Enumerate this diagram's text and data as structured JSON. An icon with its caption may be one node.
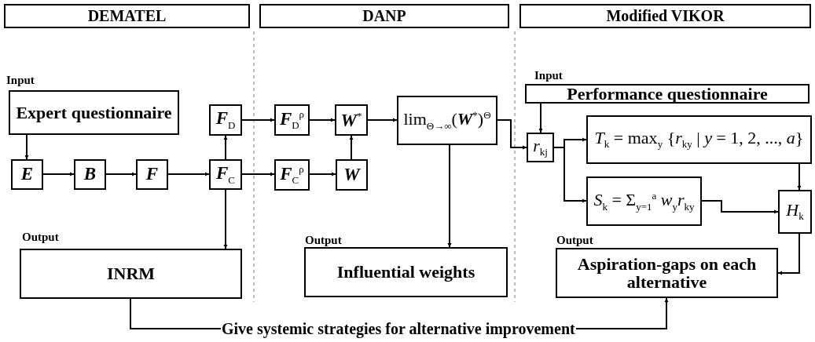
{
  "diagram": {
    "nodes": [
      {
        "text": [
          "DEMATEL"
        ]
      },
      {
        "text": [
          "DANP"
        ]
      },
      {
        "text": [
          "Modified VIKOR"
        ]
      },
      {
        "text": [
          "Expert questionnaire"
        ],
        "beside": [
          "Input"
        ]
      },
      {
        "text": [
          "*E*"
        ]
      },
      {
        "text": [
          "*B*"
        ]
      },
      {
        "text": [
          "*F*"
        ]
      },
      {
        "text": [
          "*F*$_{C}$"
        ]
      },
      {
        "text": [
          "*F*$_{D}$"
        ]
      },
      {
        "text": [
          "*F*$_{D}$$^{ρ}$"
        ]
      },
      {
        "text": [
          "*W*$^{*}$"
        ]
      },
      {
        "text": [
          "*F*$_{C}$$^{ρ}$"
        ]
      },
      {
        "text": [
          "*W*"
        ]
      },
      {
        "text": [
          "lim$_{Θ→∞}$(**W**$^{*}$)$^{Θ}$"
        ]
      },
      {
        "text": [
          "Performance questionnaire"
        ],
        "beside": [
          "Input"
        ]
      },
      {
        "text": [
          "*r*$_{kj}$"
        ]
      },
      {
        "text": [
          "*T*$_{k}$ = max$_{y}$ {*r*$_{ky}$ | *y* = 1, 2, ..., *a*}"
        ]
      },
      {
        "text": [
          "*S*$_{k}$ = Σ$_{y=1}$$^{a}$ *w*$_{y}$*r*$_{ky}$"
        ]
      },
      {
        "text": [
          "*H*$_{k}$"
        ]
      },
      {
        "text": [
          "INRM"
        ],
        "beside": [
          "Output"
        ]
      },
      {
        "text": [
          "Influential weights"
        ],
        "beside": [
          "Output"
        ]
      },
      {
        "text": [
          "Aspiration-gaps on each alternative"
        ],
        "beside": [
          "Output"
        ]
      }
    ],
    "edges": [
      {
        "from": 3,
        "to": 4,
        "arrow": "to"
      },
      {
        "from": 4,
        "to": 5,
        "arrow": "to"
      },
      {
        "from": 5,
        "to": 6,
        "arrow": "to"
      },
      {
        "from": 6,
        "to": 7,
        "arrow": "to"
      },
      {
        "from": 7,
        "to": 8,
        "arrow": "to"
      },
      {
        "from": 8,
        "to": 9,
        "arrow": "to"
      },
      {
        "from": 7,
        "to": 11,
        "arrow": "to"
      },
      {
        "from": 9,
        "to": 10,
        "arrow": "to"
      },
      {
        "from": 11,
        "to": 12,
        "arrow": "to"
      },
      {
        "from": 12,
        "to": 10,
        "arrow": "to"
      },
      {
        "from": 10,
        "to": 13,
        "arrow": "to"
      },
      {
        "from": 13,
        "to": 15,
        "arrow": "to"
      },
      {
        "from": 14,
        "to": 15,
        "arrow": "to"
      },
      {
        "from": 15,
        "to": 16,
        "arrow": "to"
      },
      {
        "from": 15,
        "to": 17,
        "arrow": "to"
      },
      {
        "from": 16,
        "to": 18,
        "arrow": "to"
      },
      {
        "from": 17,
        "to": 18,
        "arrow": "to"
      },
      {
        "from": 18,
        "to": 21,
        "arrow": "to"
      },
      {
        "from": 7,
        "to": 19,
        "arrow": "to"
      },
      {
        "from": 13,
        "to": 20,
        "arrow": "to"
      },
      {
        "from": 19,
        "to": 21,
        "arrow": "to",
        "label": "Give systemic strategies for alternative improvement"
      }
    ]
  }
}
